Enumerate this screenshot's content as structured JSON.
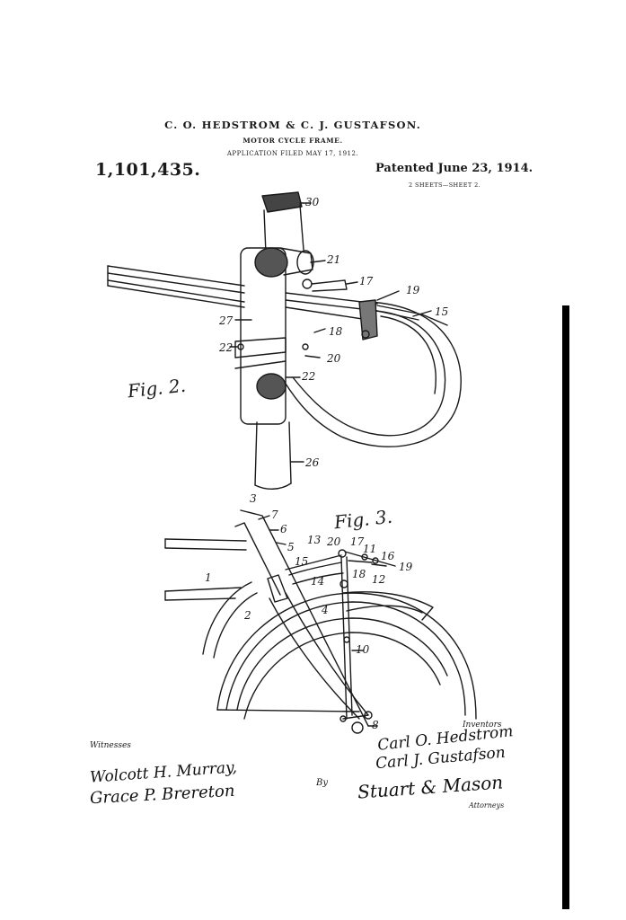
{
  "header": {
    "inventors": "C. O. HEDSTROM & C. J. GUSTAFSON.",
    "title": "MOTOR CYCLE FRAME.",
    "application": "APPLICATION FILED MAY 17, 1912.",
    "patent_number": "1,101,435.",
    "patented": "Patented June 23, 1914.",
    "sheets": "2 SHEETS—SHEET 2."
  },
  "figures": {
    "fig2_label": "Fig. 2.",
    "fig3_label": "Fig. 3.",
    "fig2_refs": [
      "30",
      "21",
      "17",
      "19",
      "15",
      "27",
      "18",
      "22",
      "20",
      "22",
      "26"
    ],
    "fig3_refs": [
      "3",
      "7",
      "6",
      "5",
      "13",
      "20",
      "17",
      "11",
      "16",
      "19",
      "15",
      "14",
      "18",
      "12",
      "1",
      "2",
      "4",
      "10",
      "8"
    ]
  },
  "footer": {
    "witnesses_label": "Witnesses",
    "witness_1": "Wolcott H. Murray,",
    "witness_2": "Grace P. Brereton",
    "inventors_label": "Inventors",
    "inventor_1": "Carl O. Hedstrom",
    "inventor_2": "Carl J. Gustafson",
    "by_label": "By",
    "attorneys_signature": "Stuart & Mason",
    "attorneys_label": "Attorneys"
  }
}
